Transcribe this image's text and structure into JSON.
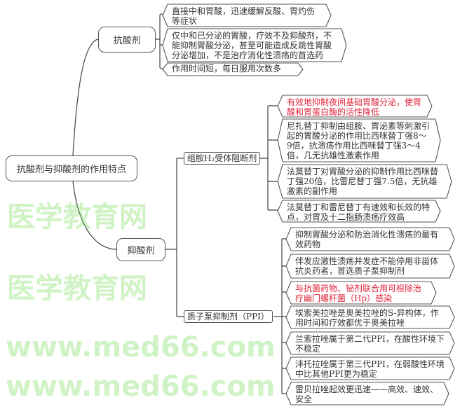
{
  "root": "抗酸剂与抑酸剂的作用特点",
  "antacid": {
    "label": "抗酸剂",
    "items": [
      "直接中和胃酸，迅速缓解反酸、胃灼伤等症状",
      "仅中和已分泌的胃酸，疗效不及抑酸剂，不能抑制胃酸分泌，甚至可能造成反跳性胃酸分泌增加，不是治疗消化性溃疡的首选药",
      "作用时间短，每日服用次数多"
    ]
  },
  "acid_suppressant": {
    "label": "抑酸剂",
    "h2": {
      "label": "组胺H₂受体阻断剂",
      "items": [
        "有效地抑制夜间基础胃酸分泌，使胃酸和胃蛋白酶的活性降低",
        "尼扎替丁抑制由组胺、胃泌素等刺激引起的胃酸分泌的作用比西咪替丁强8～9倍，抗溃疡作用比西咪替丁强3～4倍，几无抗雄性激素作用",
        "法莫替丁对胃酸分泌的抑制作用比西咪替丁强20倍，比雷尼替丁强7.5倍，无抗雄激素的副作用",
        "法莫替丁和雷尼替丁有速效和长效的特点，对胃及十二指肠溃疡疗效高"
      ]
    },
    "ppi": {
      "label": "质子泵抑制剂（PPI）",
      "items": [
        "抑制胃酸分泌和防治消化性溃疡的最有效药物",
        "伴发应激性溃疡并发症不能停用非甾体抗炎药者，首选质子泵抑制剂",
        "与抗菌药物、铋剂联合用可根除治疗幽门螺杆菌（Hp）感染",
        "埃索美拉唑是奥美拉唑的S-异构体，作用时间和疗效都优于奥美拉唑",
        "兰索拉唑属于第二代PPI，在酸性环境下不稳定",
        "泮托拉唑属于第三代PPI，在弱酸性环境中比其他PPI更为稳定",
        "雷贝拉唑起效更迅速——高效、速效、安全"
      ]
    }
  },
  "watermark": {
    "cn": "医学教育网",
    "url": "www.med66.com"
  },
  "colors": {
    "highlight": "#e0263a",
    "watermark": "#78dc5a"
  }
}
